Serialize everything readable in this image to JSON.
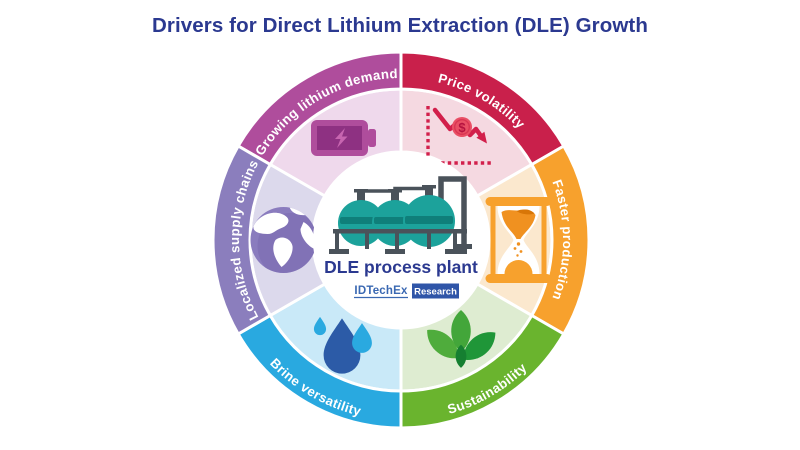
{
  "title": "Drivers for Direct Lithium Extraction (DLE) Growth",
  "wheel": {
    "center": {
      "label": "DLE process plant",
      "icon": "processing-plant-icon",
      "logo": {
        "brand": "IDTechEx",
        "suffix": "Research"
      }
    },
    "segments": [
      {
        "id": "growing-lithium-demand",
        "label": "Growing lithium demand",
        "icon": "battery-icon",
        "band_color": "#AF4D9C",
        "fill_color": "#EFD9EC",
        "angles": [
          90,
          150
        ],
        "label_side": "outer"
      },
      {
        "id": "price-volatility",
        "label": "Price volatility",
        "icon": "price-decline-chart-icon",
        "band_color": "#C9204B",
        "fill_color": "#F5D9E1",
        "angles": [
          30,
          90
        ],
        "label_side": "outer",
        "coin_symbol": "$"
      },
      {
        "id": "faster-production",
        "label": "Faster production",
        "icon": "hourglass-icon",
        "band_color": "#F7A12D",
        "fill_color": "#FBE8CE",
        "angles": [
          330,
          390
        ],
        "label_side": "outer"
      },
      {
        "id": "sustainability",
        "label": "Sustainability",
        "icon": "leaves-icon",
        "band_color": "#6AB42E",
        "fill_color": "#DEECD1",
        "angles": [
          270,
          330
        ],
        "label_side": "inner"
      },
      {
        "id": "brine-versatility",
        "label": "Brine versatility",
        "icon": "water-drops-icon",
        "band_color": "#29A9E0",
        "fill_color": "#C9E9F8",
        "angles": [
          210,
          270
        ],
        "label_side": "inner"
      },
      {
        "id": "localized-supply-chains",
        "label": "Localized supply chains",
        "icon": "globe-icon",
        "band_color": "#8B7EBD",
        "fill_color": "#DCD9EC",
        "angles": [
          150,
          210
        ],
        "label_side": "outer"
      }
    ]
  },
  "colors": {
    "title_text": "#2B3990",
    "center_label_text": "#2B3990",
    "segment_label_text": "#FFFFFF",
    "logo_blue": "#3A68B2",
    "logo_box": "#2F55A8",
    "background": "#FFFFFF"
  }
}
